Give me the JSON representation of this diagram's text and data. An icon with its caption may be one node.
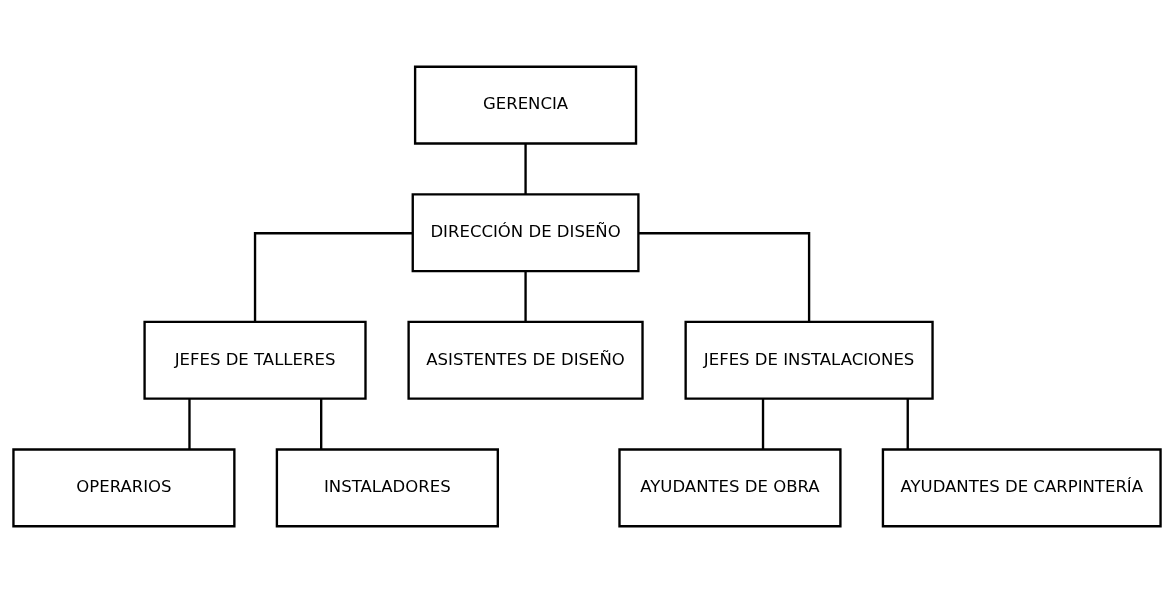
{
  "diagram": {
    "nodes": [
      {
        "text": [
          "GERENCIA"
        ]
      },
      {
        "text": [
          "DIRECCIÓN DE DISEÑO"
        ]
      },
      {
        "text": [
          "JEFES DE TALLERES"
        ]
      },
      {
        "text": [
          "ASISTENTES DE DISEÑO"
        ]
      },
      {
        "text": [
          "JEFES DE INSTALACIONES"
        ]
      },
      {
        "text": [
          "OPERARIOS"
        ]
      },
      {
        "text": [
          "INSTALADORES"
        ]
      },
      {
        "text": [
          "AYUDANTES DE OBRA"
        ]
      },
      {
        "text": [
          "AYUDANTES DE CARPINTERÍA"
        ]
      }
    ],
    "edges": [
      {
        "from": 0,
        "to": 1,
        "arrow": "none"
      },
      {
        "from": 1,
        "to": 2,
        "arrow": "none"
      },
      {
        "from": 1,
        "to": 3,
        "arrow": "none"
      },
      {
        "from": 1,
        "to": 4,
        "arrow": "none"
      },
      {
        "from": 2,
        "to": 5,
        "arrow": "none"
      },
      {
        "from": 2,
        "to": 6,
        "arrow": "none"
      },
      {
        "from": 4,
        "to": 7,
        "arrow": "none"
      },
      {
        "from": 4,
        "to": 8,
        "arrow": "none"
      }
    ]
  }
}
